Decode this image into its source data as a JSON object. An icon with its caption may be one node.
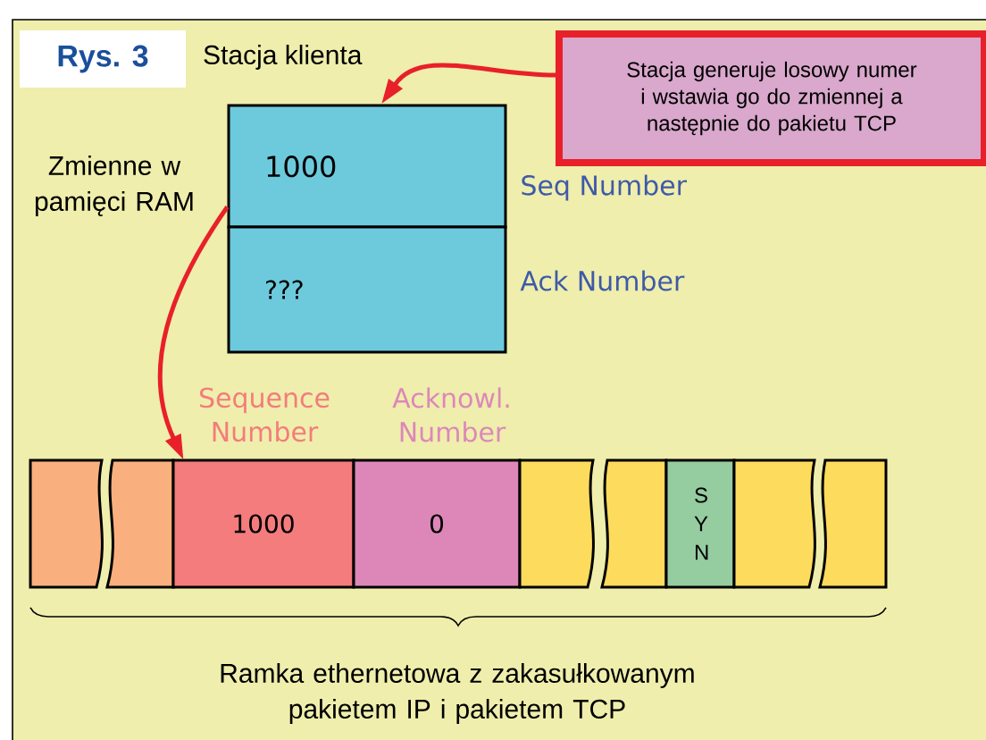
{
  "diagram": {
    "nodes": [
      {
        "text": [
          "Stacja generuje losowy numer i wstawia go do zmiennej a następnie do pakietu TCP"
        ]
      },
      {
        "text": [
          "1000"
        ],
        "beside": [
          "Seq Number"
        ]
      },
      {
        "text": [
          "???"
        ],
        "beside": [
          "Ack Number"
        ]
      },
      {
        "text": [],
        "shape": "box"
      },
      {
        "text": [],
        "shape": "box"
      },
      {
        "text": [
          "1000"
        ],
        "beside": [
          "Sequence Number"
        ]
      },
      {
        "text": [
          "0"
        ],
        "beside": [
          "Acknowl. Number"
        ]
      },
      {
        "text": [],
        "shape": "box"
      },
      {
        "text": [],
        "shape": "box"
      },
      {
        "text": [
          "S Y N"
        ]
      },
      {
        "text": [],
        "shape": "box"
      },
      {
        "text": [],
        "shape": "box"
      }
    ],
    "edges": [
      {
        "from": 0,
        "to": 1,
        "arrow": "to"
      },
      {
        "from": 1,
        "to": 5,
        "arrow": "to"
      }
    ],
    "labels": [
      "Rys. 3",
      "Stacja klienta",
      "Zmienne w pamięci RAM",
      "Ramka ethernetowa z zakasułkowanym pakietem IP i pakietem TCP"
    ]
  }
}
